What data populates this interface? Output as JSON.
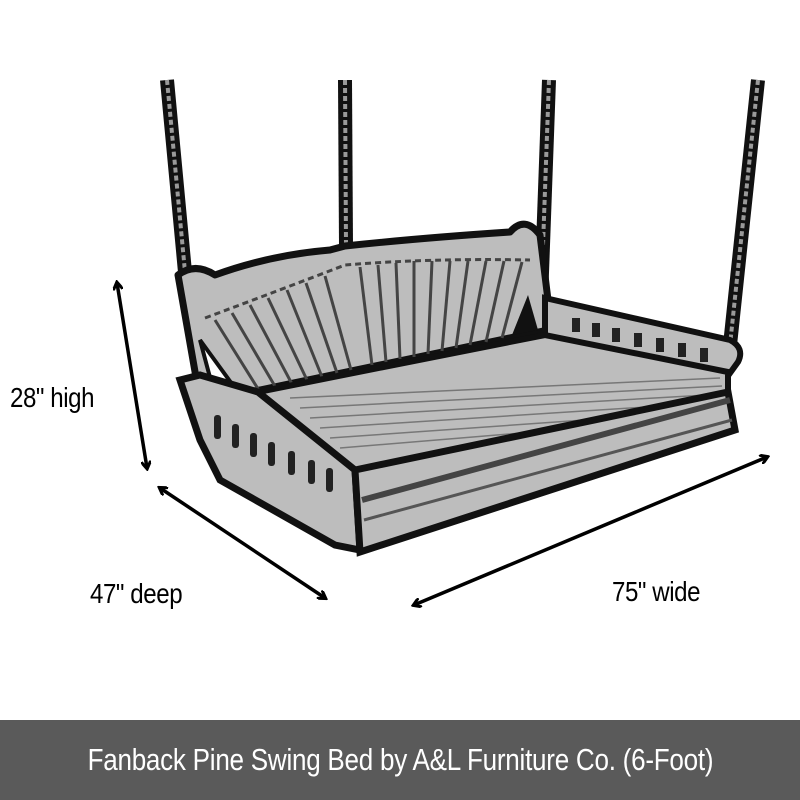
{
  "product": {
    "caption": "Fanback Pine Swing Bed by A&L Furniture Co. (6-Foot)",
    "illustration": "fanback-swing-bed-with-chains",
    "colors": {
      "swing_fill": "#bdbdbd",
      "outline": "#111111",
      "caption_bg": "#5a5a5a",
      "caption_text": "#ffffff",
      "background": "#ffffff"
    }
  },
  "dimensions": {
    "height": {
      "label": "28\" high",
      "value": 28,
      "unit": "in"
    },
    "depth": {
      "label": "47\" deep",
      "value": 47,
      "unit": "in"
    },
    "width": {
      "label": "75\" wide",
      "value": 75,
      "unit": "in"
    }
  }
}
